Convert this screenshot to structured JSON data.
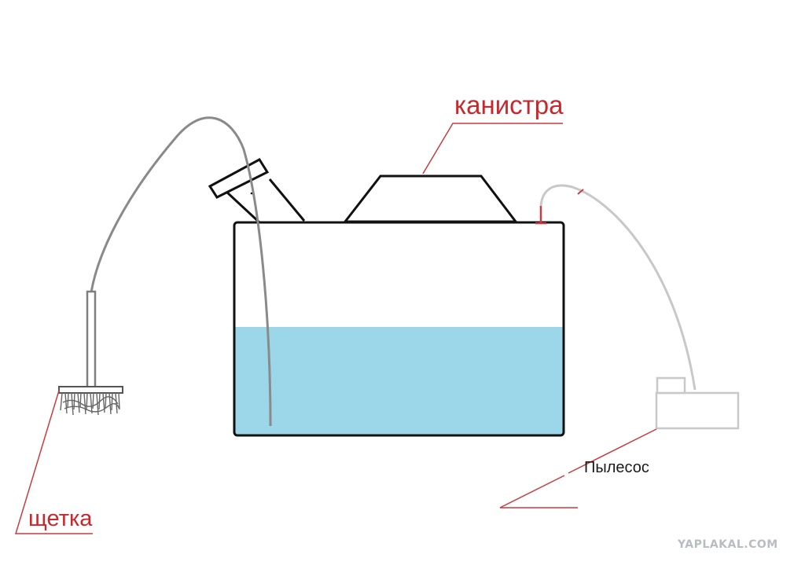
{
  "labels": {
    "canister": "канистра",
    "brush": "щетка",
    "vacuum": "Пылесос"
  },
  "watermark": "YAPLAKAL.COM",
  "colors": {
    "label_red": "#c8282c",
    "leader_red": "#c83c40",
    "water": "#9bd7e8",
    "outline": "#111111",
    "brush_hose": "#8a8a8a",
    "vacuum_hose": "#c8c8c8",
    "watermark": "#b9bcc0"
  }
}
